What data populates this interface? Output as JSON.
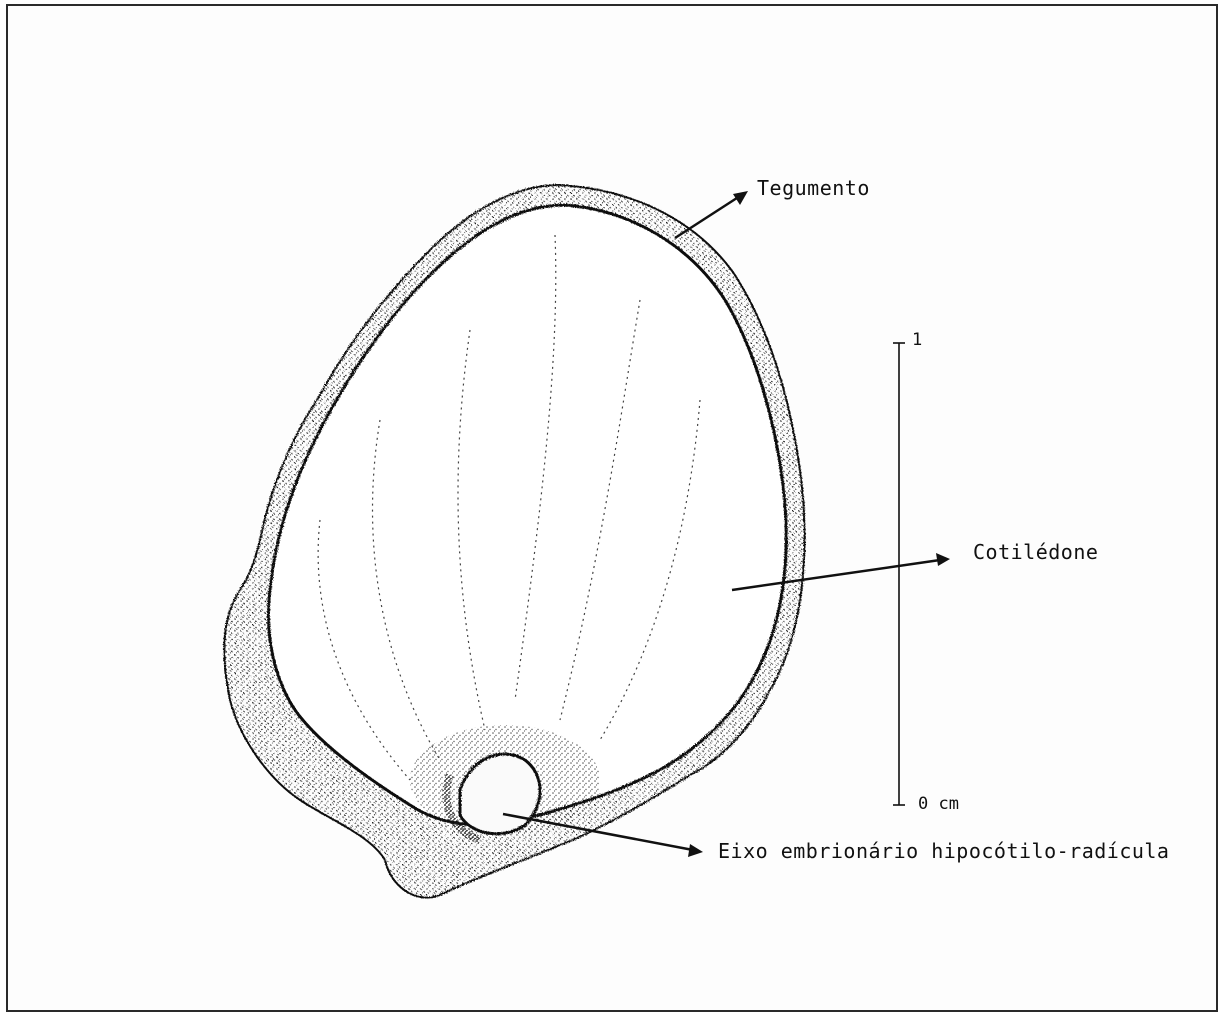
{
  "labels": {
    "tegumento": "Tegumento",
    "cotiledone": "Cotilédone",
    "eixo": "Eixo embrionário hipocótilo-radícula"
  },
  "scale": {
    "top": "1",
    "bottom": "0 cm"
  },
  "colors": {
    "ink": "#111111",
    "stipple": "#222222",
    "background": "#ffffff"
  }
}
